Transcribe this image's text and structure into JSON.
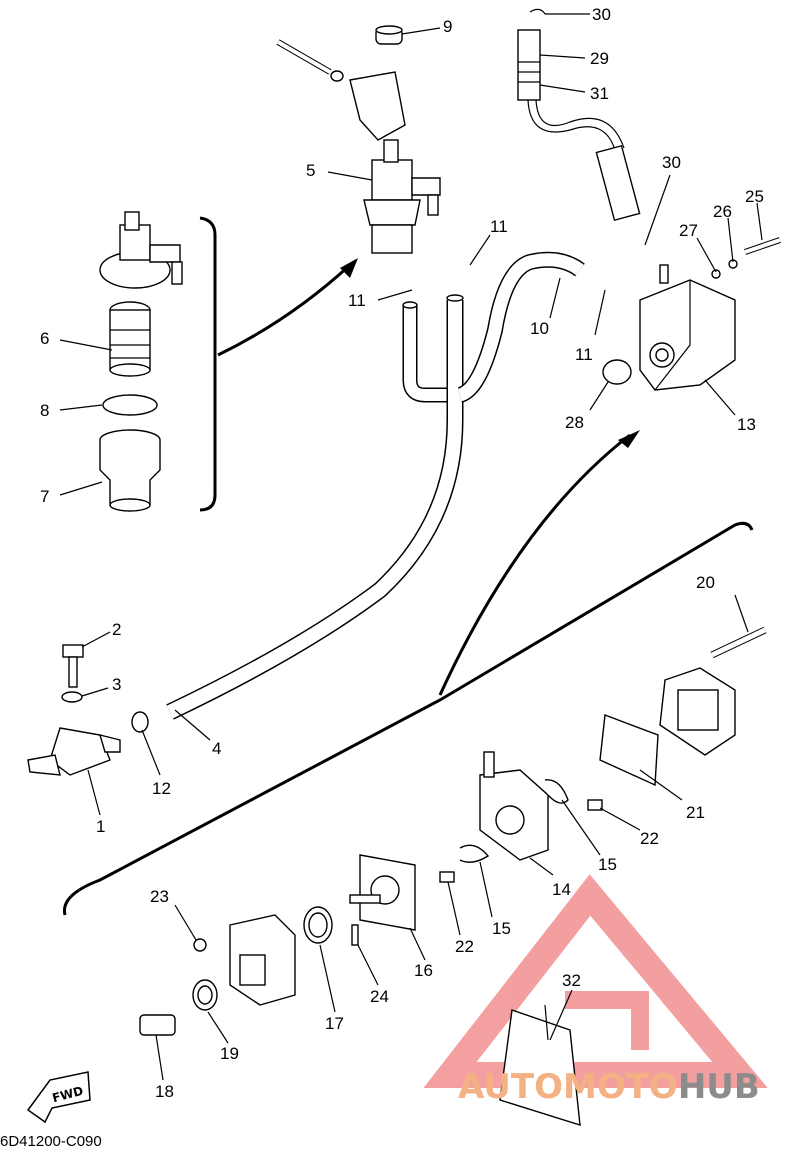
{
  "diagram": {
    "drawing_code": "6D41200-C090",
    "direction_badge": "FWD",
    "callouts": [
      {
        "id": "c30a",
        "label": "30"
      },
      {
        "id": "c9",
        "label": "9"
      },
      {
        "id": "c29",
        "label": "29"
      },
      {
        "id": "c31",
        "label": "31"
      },
      {
        "id": "c5",
        "label": "5"
      },
      {
        "id": "c30b",
        "label": "30"
      },
      {
        "id": "c11a",
        "label": "11"
      },
      {
        "id": "c27",
        "label": "27"
      },
      {
        "id": "c26",
        "label": "26"
      },
      {
        "id": "c25",
        "label": "25"
      },
      {
        "id": "c11b",
        "label": "11"
      },
      {
        "id": "c6",
        "label": "6"
      },
      {
        "id": "c10",
        "label": "10"
      },
      {
        "id": "c11c",
        "label": "11"
      },
      {
        "id": "c8",
        "label": "8"
      },
      {
        "id": "c28",
        "label": "28"
      },
      {
        "id": "c13",
        "label": "13"
      },
      {
        "id": "c7",
        "label": "7"
      },
      {
        "id": "c20",
        "label": "20"
      },
      {
        "id": "c2",
        "label": "2"
      },
      {
        "id": "c3",
        "label": "3"
      },
      {
        "id": "c4",
        "label": "4"
      },
      {
        "id": "c12",
        "label": "12"
      },
      {
        "id": "c21",
        "label": "21"
      },
      {
        "id": "c1",
        "label": "1"
      },
      {
        "id": "c22a",
        "label": "22"
      },
      {
        "id": "c15a",
        "label": "15"
      },
      {
        "id": "c14",
        "label": "14"
      },
      {
        "id": "c23",
        "label": "23"
      },
      {
        "id": "c15b",
        "label": "15"
      },
      {
        "id": "c22b",
        "label": "22"
      },
      {
        "id": "c16",
        "label": "16"
      },
      {
        "id": "c32",
        "label": "32"
      },
      {
        "id": "c24",
        "label": "24"
      },
      {
        "id": "c17",
        "label": "17"
      },
      {
        "id": "c19",
        "label": "19"
      },
      {
        "id": "c18",
        "label": "18"
      }
    ]
  },
  "watermark": {
    "part1": "AUTO",
    "part2": "MOTO",
    "part3": "HUB",
    "triangle_color": "#f08080",
    "text_color_light": "#f4b183",
    "text_color_dark": "#8c8c8c"
  }
}
